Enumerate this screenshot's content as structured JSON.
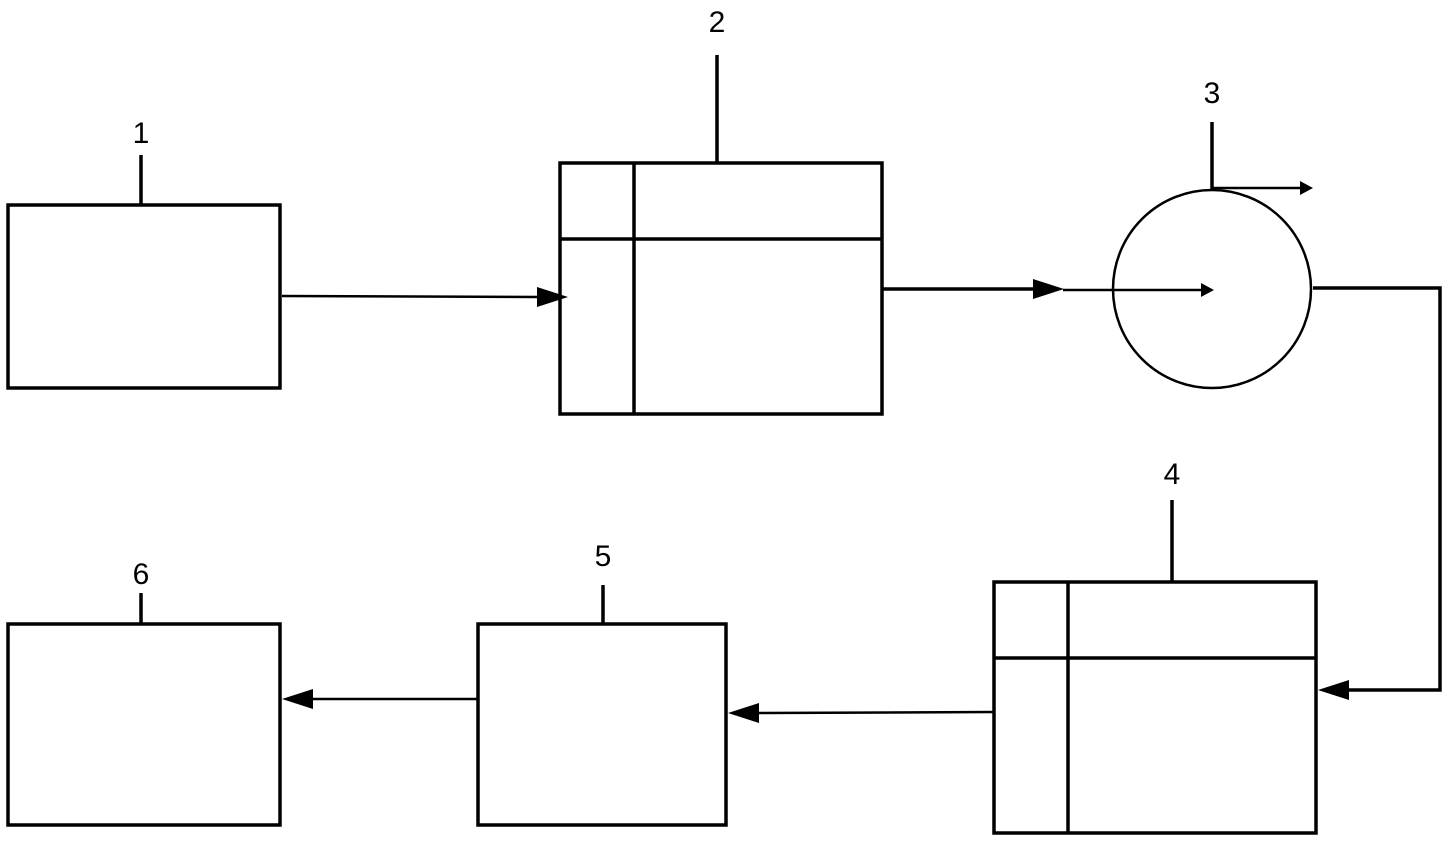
{
  "labels": {
    "block_1": "1",
    "block_2": "2",
    "block_3": "3",
    "block_4": "4",
    "block_5": "5",
    "block_6": "6"
  }
}
